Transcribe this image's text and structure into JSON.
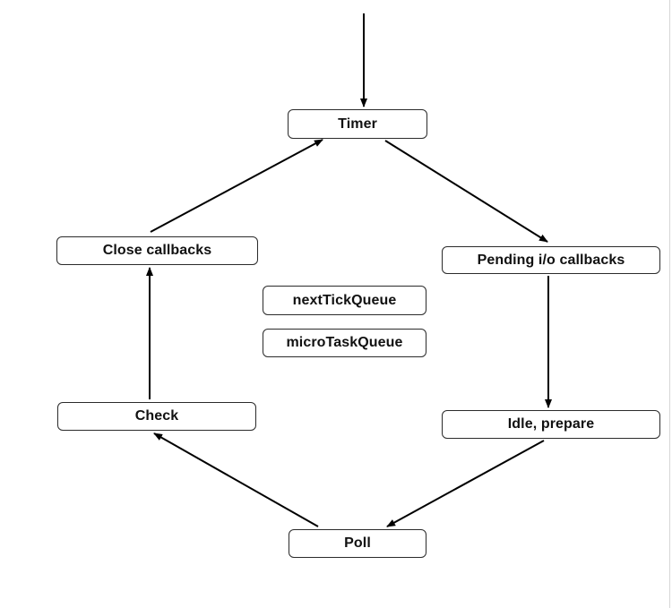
{
  "nodes": {
    "timer": "Timer",
    "pending_io_callbacks": "Pending i/o callbacks",
    "idle_prepare": "Idle, prepare",
    "poll": "Poll",
    "check": "Check",
    "close_callbacks": "Close callbacks"
  },
  "queues": {
    "next_tick": "nextTickQueue",
    "micro_task": "microTaskQueue"
  },
  "colors": {
    "stroke": "#000000",
    "text": "#111111"
  }
}
